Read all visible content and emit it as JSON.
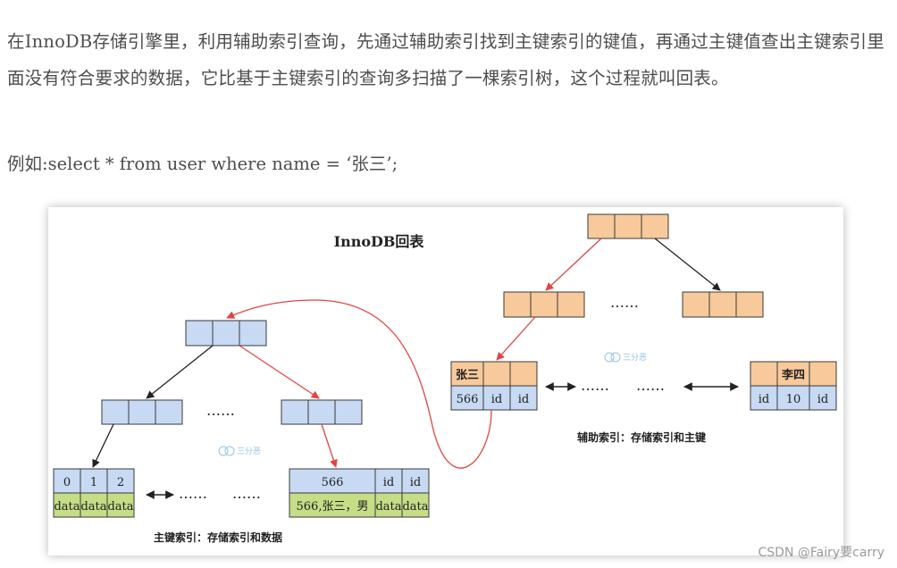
{
  "paragraph": "在InnoDB存储引擎里，利用辅助索引查询，先通过辅助索引找到主键索引的键值，再通过主键值查出主键索引里面没有符合要求的数据，它比基于主键索引的查询多扫描了一棵索引树，这个过程就叫回表。",
  "example": "例如:select * from user where name = ‘张三’;",
  "diagram": {
    "title": "InnoDB回表",
    "primary_caption": "主键索引：存储索引和数据",
    "secondary_caption": "辅助索引：存储索引和主键",
    "ellipsis": "……",
    "logo_text": "三分恶",
    "primary_leaf_left": {
      "keys": [
        "0",
        "1",
        "2"
      ],
      "data": [
        "data",
        "data",
        "data"
      ]
    },
    "primary_leaf_right": {
      "keys": [
        "566",
        "id",
        "id"
      ],
      "data": [
        "566,张三，男",
        "data",
        "data"
      ]
    },
    "secondary_leaf_left": {
      "keys": [
        "张三",
        "",
        ""
      ],
      "values": [
        "566",
        "id",
        "id"
      ]
    },
    "secondary_leaf_right": {
      "keys": [
        "",
        "李四",
        ""
      ],
      "values": [
        "id",
        "10",
        "id"
      ]
    },
    "colors": {
      "blue_node": "#c7d9f3",
      "orange_node": "#f7c99b",
      "green_data": "#c5dd86",
      "red_arrow": "#e04545",
      "black_arrow": "#222222"
    }
  },
  "watermark": "CSDN @Fairy要carry"
}
